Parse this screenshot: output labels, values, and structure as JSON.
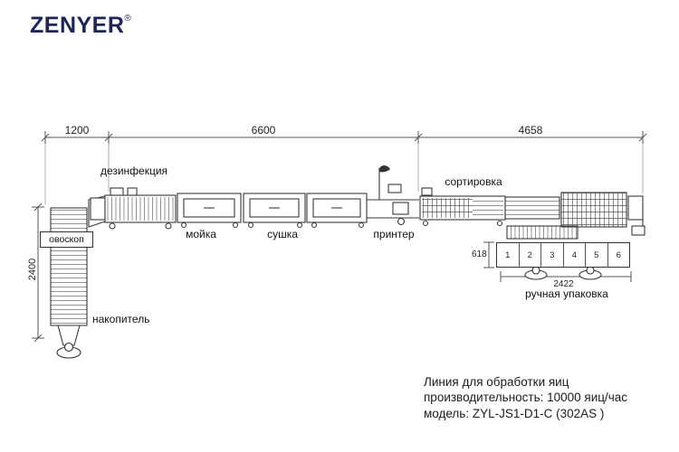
{
  "logo": {
    "brand": "ZENYER",
    "registered": "®"
  },
  "dimensions": {
    "top_left": "1200",
    "top_middle": "6600",
    "top_right": "4658",
    "left_vertical": "2400",
    "packing_height": "618",
    "packing_width": "2422"
  },
  "labels": {
    "disinfection": "дезинфекция",
    "washing": "мойка",
    "drying": "сушка",
    "printer": "принтер",
    "sorting": "сортировка",
    "candler": "овоскоп",
    "accumulator": "накопитель",
    "manual_packing": "ручная упаковка"
  },
  "packing": {
    "cells": [
      "1",
      "2",
      "3",
      "4",
      "5",
      "6"
    ]
  },
  "info": {
    "line1": "Линия для обработки яиц",
    "line2": "производительность: 10000 яиц/час",
    "line3": "модель: ZYL-JS1-D1-C (302AS )"
  }
}
